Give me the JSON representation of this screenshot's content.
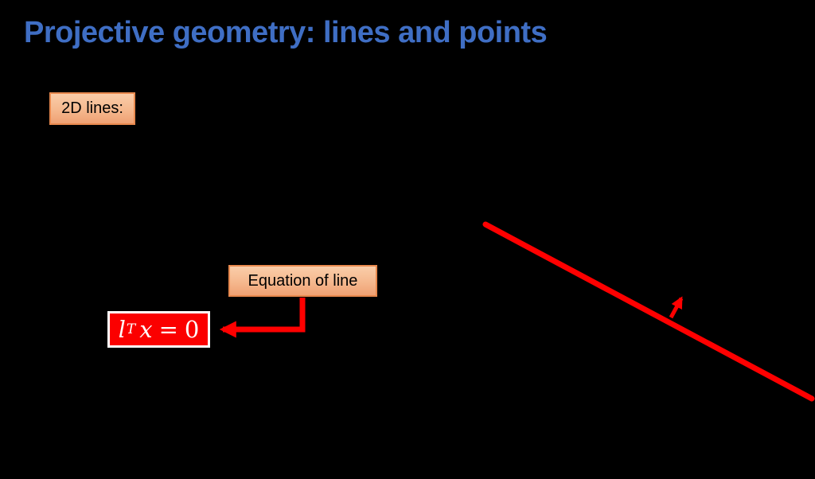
{
  "slide": {
    "title": "Projective geometry: lines and points"
  },
  "callouts": {
    "lines_2d_label": "2D lines:",
    "equation_label": "Equation of line"
  },
  "equation": {
    "full": "l^T x = 0",
    "l": "l",
    "sup": "T",
    "x": "x",
    "equals": "=",
    "zero": "0"
  },
  "colors": {
    "background": "#000000",
    "title_blue": "#3F6EC4",
    "callout_border": "#E8894E",
    "callout_fill_top": "#FACDA9",
    "callout_fill_bottom": "#EFA173",
    "annotation_red": "#FF0000",
    "equation_box_fill": "#FB0000",
    "equation_text": "#FFFFFF",
    "label_text": "#000000"
  }
}
